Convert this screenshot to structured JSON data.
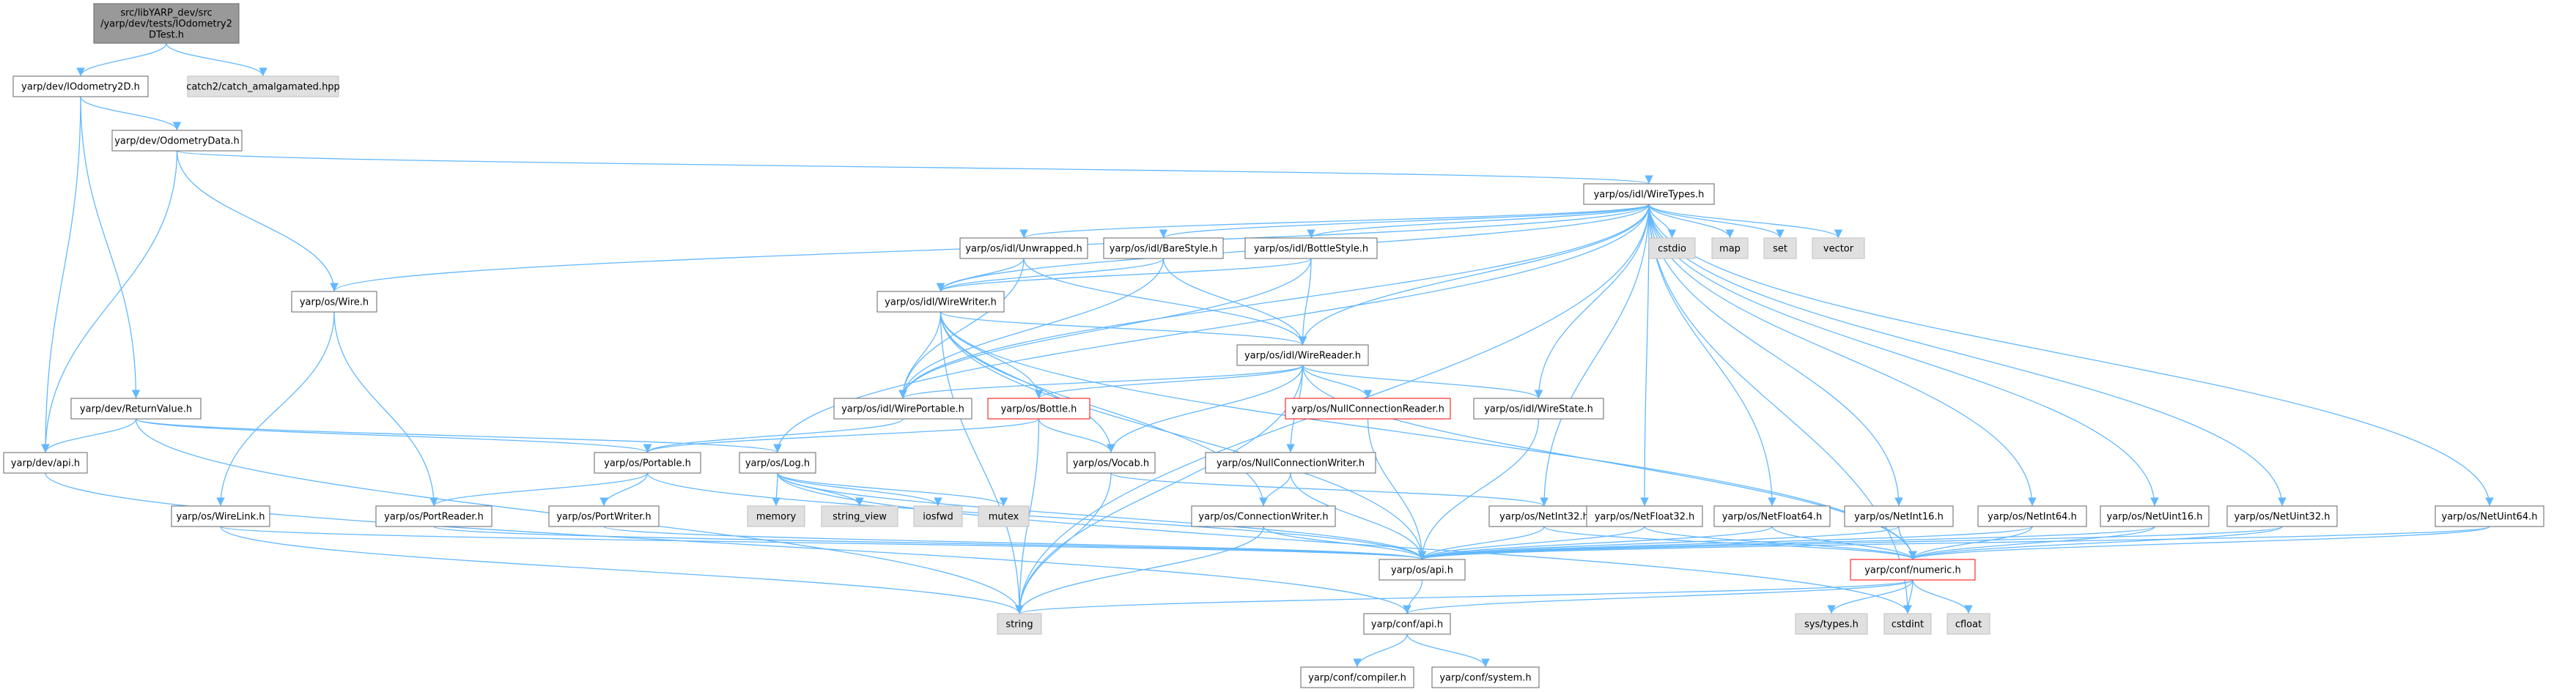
{
  "diagram": {
    "type": "include-dependency-graph",
    "root": "src/libYARP_dev/src/yarp/dev/tests/IOdometry2DTest.h",
    "colors": {
      "edge": "#63b8ff",
      "node_border": "#666666",
      "root_fill": "#999999",
      "internal_fill": "#ffffff",
      "external_fill": "#e0e0e0",
      "truncated_border": "#ff0000"
    },
    "nodes": [
      {
        "id": "root",
        "lines": [
          "src/libYARP_dev/src",
          "/yarp/dev/tests/IOdometry2",
          "DTest.h"
        ],
        "kind": "root"
      },
      {
        "id": "iodom2d",
        "lines": [
          "yarp/dev/IOdometry2D.h"
        ],
        "kind": "internal"
      },
      {
        "id": "catch2",
        "lines": [
          "catch2/catch_amalgamated.hpp"
        ],
        "kind": "external"
      },
      {
        "id": "odomdata",
        "lines": [
          "yarp/dev/OdometryData.h"
        ],
        "kind": "internal"
      },
      {
        "id": "wiretypes",
        "lines": [
          "yarp/os/idl/WireTypes.h"
        ],
        "kind": "internal"
      },
      {
        "id": "unwrapped",
        "lines": [
          "yarp/os/idl/Unwrapped.h"
        ],
        "kind": "internal"
      },
      {
        "id": "barestyle",
        "lines": [
          "yarp/os/idl/BareStyle.h"
        ],
        "kind": "internal"
      },
      {
        "id": "bottlestyle",
        "lines": [
          "yarp/os/idl/BottleStyle.h"
        ],
        "kind": "internal"
      },
      {
        "id": "cstdio",
        "lines": [
          "cstdio"
        ],
        "kind": "external"
      },
      {
        "id": "map",
        "lines": [
          "map"
        ],
        "kind": "external"
      },
      {
        "id": "set",
        "lines": [
          "set"
        ],
        "kind": "external"
      },
      {
        "id": "vector",
        "lines": [
          "vector"
        ],
        "kind": "external"
      },
      {
        "id": "wire",
        "lines": [
          "yarp/os/Wire.h"
        ],
        "kind": "internal"
      },
      {
        "id": "wirewriter",
        "lines": [
          "yarp/os/idl/WireWriter.h"
        ],
        "kind": "internal"
      },
      {
        "id": "wirereader",
        "lines": [
          "yarp/os/idl/WireReader.h"
        ],
        "kind": "internal"
      },
      {
        "id": "returnvalue",
        "lines": [
          "yarp/dev/ReturnValue.h"
        ],
        "kind": "internal"
      },
      {
        "id": "wireportable",
        "lines": [
          "yarp/os/idl/WirePortable.h"
        ],
        "kind": "internal"
      },
      {
        "id": "bottle",
        "lines": [
          "yarp/os/Bottle.h"
        ],
        "kind": "truncated"
      },
      {
        "id": "nullconnreader",
        "lines": [
          "yarp/os/NullConnectionReader.h"
        ],
        "kind": "truncated"
      },
      {
        "id": "wirestate",
        "lines": [
          "yarp/os/idl/WireState.h"
        ],
        "kind": "internal"
      },
      {
        "id": "devapi",
        "lines": [
          "yarp/dev/api.h"
        ],
        "kind": "internal"
      },
      {
        "id": "portable",
        "lines": [
          "yarp/os/Portable.h"
        ],
        "kind": "internal"
      },
      {
        "id": "log",
        "lines": [
          "yarp/os/Log.h"
        ],
        "kind": "internal"
      },
      {
        "id": "vocab",
        "lines": [
          "yarp/os/Vocab.h"
        ],
        "kind": "internal"
      },
      {
        "id": "nullconnwriter",
        "lines": [
          "yarp/os/NullConnectionWriter.h"
        ],
        "kind": "internal"
      },
      {
        "id": "wirelink",
        "lines": [
          "yarp/os/WireLink.h"
        ],
        "kind": "internal"
      },
      {
        "id": "portreader",
        "lines": [
          "yarp/os/PortReader.h"
        ],
        "kind": "internal"
      },
      {
        "id": "portwriter",
        "lines": [
          "yarp/os/PortWriter.h"
        ],
        "kind": "internal"
      },
      {
        "id": "memory",
        "lines": [
          "memory"
        ],
        "kind": "external"
      },
      {
        "id": "string_view",
        "lines": [
          "string_view"
        ],
        "kind": "external"
      },
      {
        "id": "iosfwd",
        "lines": [
          "iosfwd"
        ],
        "kind": "external"
      },
      {
        "id": "mutex",
        "lines": [
          "mutex"
        ],
        "kind": "external"
      },
      {
        "id": "connwriter",
        "lines": [
          "yarp/os/ConnectionWriter.h"
        ],
        "kind": "internal"
      },
      {
        "id": "netint32",
        "lines": [
          "yarp/os/NetInt32.h"
        ],
        "kind": "internal"
      },
      {
        "id": "netfloat32",
        "lines": [
          "yarp/os/NetFloat32.h"
        ],
        "kind": "internal"
      },
      {
        "id": "netfloat64",
        "lines": [
          "yarp/os/NetFloat64.h"
        ],
        "kind": "internal"
      },
      {
        "id": "netint16",
        "lines": [
          "yarp/os/NetInt16.h"
        ],
        "kind": "internal"
      },
      {
        "id": "netint64",
        "lines": [
          "yarp/os/NetInt64.h"
        ],
        "kind": "internal"
      },
      {
        "id": "netuint16",
        "lines": [
          "yarp/os/NetUint16.h"
        ],
        "kind": "internal"
      },
      {
        "id": "netuint32",
        "lines": [
          "yarp/os/NetUint32.h"
        ],
        "kind": "internal"
      },
      {
        "id": "netuint64",
        "lines": [
          "yarp/os/NetUint64.h"
        ],
        "kind": "internal"
      },
      {
        "id": "osapi",
        "lines": [
          "yarp/os/api.h"
        ],
        "kind": "internal"
      },
      {
        "id": "confnumeric",
        "lines": [
          "yarp/conf/numeric.h"
        ],
        "kind": "truncated"
      },
      {
        "id": "string",
        "lines": [
          "string"
        ],
        "kind": "external"
      },
      {
        "id": "confapi",
        "lines": [
          "yarp/conf/api.h"
        ],
        "kind": "internal"
      },
      {
        "id": "systypes",
        "lines": [
          "sys/types.h"
        ],
        "kind": "external"
      },
      {
        "id": "cstdint",
        "lines": [
          "cstdint"
        ],
        "kind": "external"
      },
      {
        "id": "cfloat",
        "lines": [
          "cfloat"
        ],
        "kind": "external"
      },
      {
        "id": "confcompiler",
        "lines": [
          "yarp/conf/compiler.h"
        ],
        "kind": "internal"
      },
      {
        "id": "confsystem",
        "lines": [
          "yarp/conf/system.h"
        ],
        "kind": "internal"
      }
    ],
    "edges": [
      [
        "root",
        "iodom2d"
      ],
      [
        "root",
        "catch2"
      ],
      [
        "iodom2d",
        "odomdata"
      ],
      [
        "iodom2d",
        "returnvalue"
      ],
      [
        "iodom2d",
        "devapi"
      ],
      [
        "odomdata",
        "wiretypes"
      ],
      [
        "odomdata",
        "wire"
      ],
      [
        "odomdata",
        "devapi"
      ],
      [
        "wiretypes",
        "unwrapped"
      ],
      [
        "wiretypes",
        "barestyle"
      ],
      [
        "wiretypes",
        "bottlestyle"
      ],
      [
        "wiretypes",
        "cstdio"
      ],
      [
        "wiretypes",
        "map"
      ],
      [
        "wiretypes",
        "set"
      ],
      [
        "wiretypes",
        "vector"
      ],
      [
        "wiretypes",
        "wirewriter"
      ],
      [
        "wiretypes",
        "wirereader"
      ],
      [
        "wiretypes",
        "wireportable"
      ],
      [
        "wiretypes",
        "wirestate"
      ],
      [
        "wiretypes",
        "log"
      ],
      [
        "wiretypes",
        "netint32"
      ],
      [
        "wiretypes",
        "netfloat32"
      ],
      [
        "wiretypes",
        "netfloat64"
      ],
      [
        "wiretypes",
        "netint16"
      ],
      [
        "wiretypes",
        "netint64"
      ],
      [
        "wiretypes",
        "netuint16"
      ],
      [
        "wiretypes",
        "netuint32"
      ],
      [
        "wiretypes",
        "netuint64"
      ],
      [
        "wiretypes",
        "string"
      ],
      [
        "wiretypes",
        "cstdint"
      ],
      [
        "wiretypes",
        "wire"
      ],
      [
        "unwrapped",
        "wirewriter"
      ],
      [
        "unwrapped",
        "wirereader"
      ],
      [
        "unwrapped",
        "wireportable"
      ],
      [
        "barestyle",
        "wirewriter"
      ],
      [
        "barestyle",
        "wirereader"
      ],
      [
        "barestyle",
        "wireportable"
      ],
      [
        "bottlestyle",
        "wirewriter"
      ],
      [
        "bottlestyle",
        "wirereader"
      ],
      [
        "bottlestyle",
        "wireportable"
      ],
      [
        "wirewriter",
        "wirereader"
      ],
      [
        "wirewriter",
        "wireportable"
      ],
      [
        "wirewriter",
        "bottle"
      ],
      [
        "wirewriter",
        "vocab"
      ],
      [
        "wirewriter",
        "connwriter"
      ],
      [
        "wirewriter",
        "osapi"
      ],
      [
        "wirewriter",
        "string"
      ],
      [
        "wirewriter",
        "confnumeric"
      ],
      [
        "wirereader",
        "wireportable"
      ],
      [
        "wirereader",
        "bottle"
      ],
      [
        "wirereader",
        "nullconnreader"
      ],
      [
        "wirereader",
        "wirestate"
      ],
      [
        "wirereader",
        "vocab"
      ],
      [
        "wirereader",
        "nullconnwriter"
      ],
      [
        "wirereader",
        "string"
      ],
      [
        "wirereader",
        "confnumeric"
      ],
      [
        "wire",
        "wirelink"
      ],
      [
        "wire",
        "portreader"
      ],
      [
        "returnvalue",
        "devapi"
      ],
      [
        "returnvalue",
        "portable"
      ],
      [
        "returnvalue",
        "log"
      ],
      [
        "returnvalue",
        "string"
      ],
      [
        "wireportable",
        "portable"
      ],
      [
        "bottle",
        "portable"
      ],
      [
        "bottle",
        "vocab"
      ],
      [
        "bottle",
        "string"
      ],
      [
        "nullconnreader",
        "osapi"
      ],
      [
        "wirestate",
        "osapi"
      ],
      [
        "devapi",
        "confapi"
      ],
      [
        "portable",
        "portreader"
      ],
      [
        "portable",
        "portwriter"
      ],
      [
        "portable",
        "osapi"
      ],
      [
        "log",
        "memory"
      ],
      [
        "log",
        "string_view"
      ],
      [
        "log",
        "iosfwd"
      ],
      [
        "log",
        "mutex"
      ],
      [
        "log",
        "osapi"
      ],
      [
        "log",
        "cstdint"
      ],
      [
        "vocab",
        "netint32"
      ],
      [
        "vocab",
        "string"
      ],
      [
        "nullconnwriter",
        "connwriter"
      ],
      [
        "nullconnwriter",
        "osapi"
      ],
      [
        "wirelink",
        "osapi"
      ],
      [
        "wirelink",
        "string"
      ],
      [
        "portreader",
        "osapi"
      ],
      [
        "portwriter",
        "osapi"
      ],
      [
        "connwriter",
        "osapi"
      ],
      [
        "connwriter",
        "string"
      ],
      [
        "netint32",
        "osapi"
      ],
      [
        "netint32",
        "confnumeric"
      ],
      [
        "netfloat32",
        "osapi"
      ],
      [
        "netfloat32",
        "confnumeric"
      ],
      [
        "netfloat64",
        "osapi"
      ],
      [
        "netfloat64",
        "confnumeric"
      ],
      [
        "netint16",
        "osapi"
      ],
      [
        "netint16",
        "confnumeric"
      ],
      [
        "netint64",
        "osapi"
      ],
      [
        "netint64",
        "confnumeric"
      ],
      [
        "netuint16",
        "osapi"
      ],
      [
        "netuint16",
        "confnumeric"
      ],
      [
        "netuint32",
        "osapi"
      ],
      [
        "netuint32",
        "confnumeric"
      ],
      [
        "netuint64",
        "osapi"
      ],
      [
        "netuint64",
        "confnumeric"
      ],
      [
        "osapi",
        "confapi"
      ],
      [
        "confnumeric",
        "confapi"
      ],
      [
        "confnumeric",
        "systypes"
      ],
      [
        "confnumeric",
        "cstdint"
      ],
      [
        "confnumeric",
        "cfloat"
      ],
      [
        "confnumeric",
        "string"
      ],
      [
        "confapi",
        "confcompiler"
      ],
      [
        "confapi",
        "confsystem"
      ]
    ]
  }
}
